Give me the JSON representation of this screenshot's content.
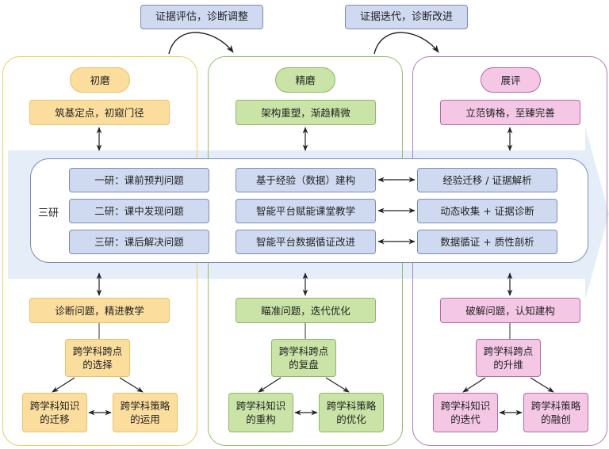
{
  "top_labels": {
    "left": "证据评估，诊断调整",
    "right": "证据迭代，诊断改进"
  },
  "colors": {
    "blue_fill": "#cfdaf0",
    "yellow_fill": "#fbdd9d",
    "green_fill": "#c9e4a6",
    "pink_fill": "#f4c7e5",
    "band": "#e3ebf7"
  },
  "stages": [
    {
      "title": "初磨",
      "goal": "筑基定点，初窥门径",
      "diagnosis": "诊断问题，精进教学",
      "hub": [
        "跨学科跨点",
        "的选择"
      ],
      "left_node": [
        "跨学科知识",
        "的迁移"
      ],
      "right_node": [
        "跨学科策略",
        "的运用"
      ]
    },
    {
      "title": "精磨",
      "goal": "架构重塑，渐趋精微",
      "diagnosis": "瞄准问题，迭代优化",
      "hub": [
        "跨学科跨点",
        "的复盘"
      ],
      "left_node": [
        "跨学科知识",
        "的重构"
      ],
      "right_node": [
        "跨学科策略",
        "的优化"
      ]
    },
    {
      "title": "展评",
      "goal": "立范铸格，至臻完善",
      "diagnosis": "破解问题，认知建构",
      "hub": [
        "跨学科跨点",
        "的升维"
      ],
      "left_node": [
        "跨学科知识",
        "的迭代"
      ],
      "right_node": [
        "跨学科策略",
        "的融创"
      ]
    }
  ],
  "research": {
    "label": "三研",
    "col1": [
      "一研：课前预判问题",
      "二研：课中发现问题",
      "三研：课后解决问题"
    ],
    "col2": [
      "基于经验（数据）建构",
      "智能平台赋能课堂教学",
      "智能平台数据循证改进"
    ],
    "col3": [
      "经验迁移 / 证据解析",
      "动态收集 + 证据诊断",
      "数据循证 + 质性剖析"
    ]
  }
}
